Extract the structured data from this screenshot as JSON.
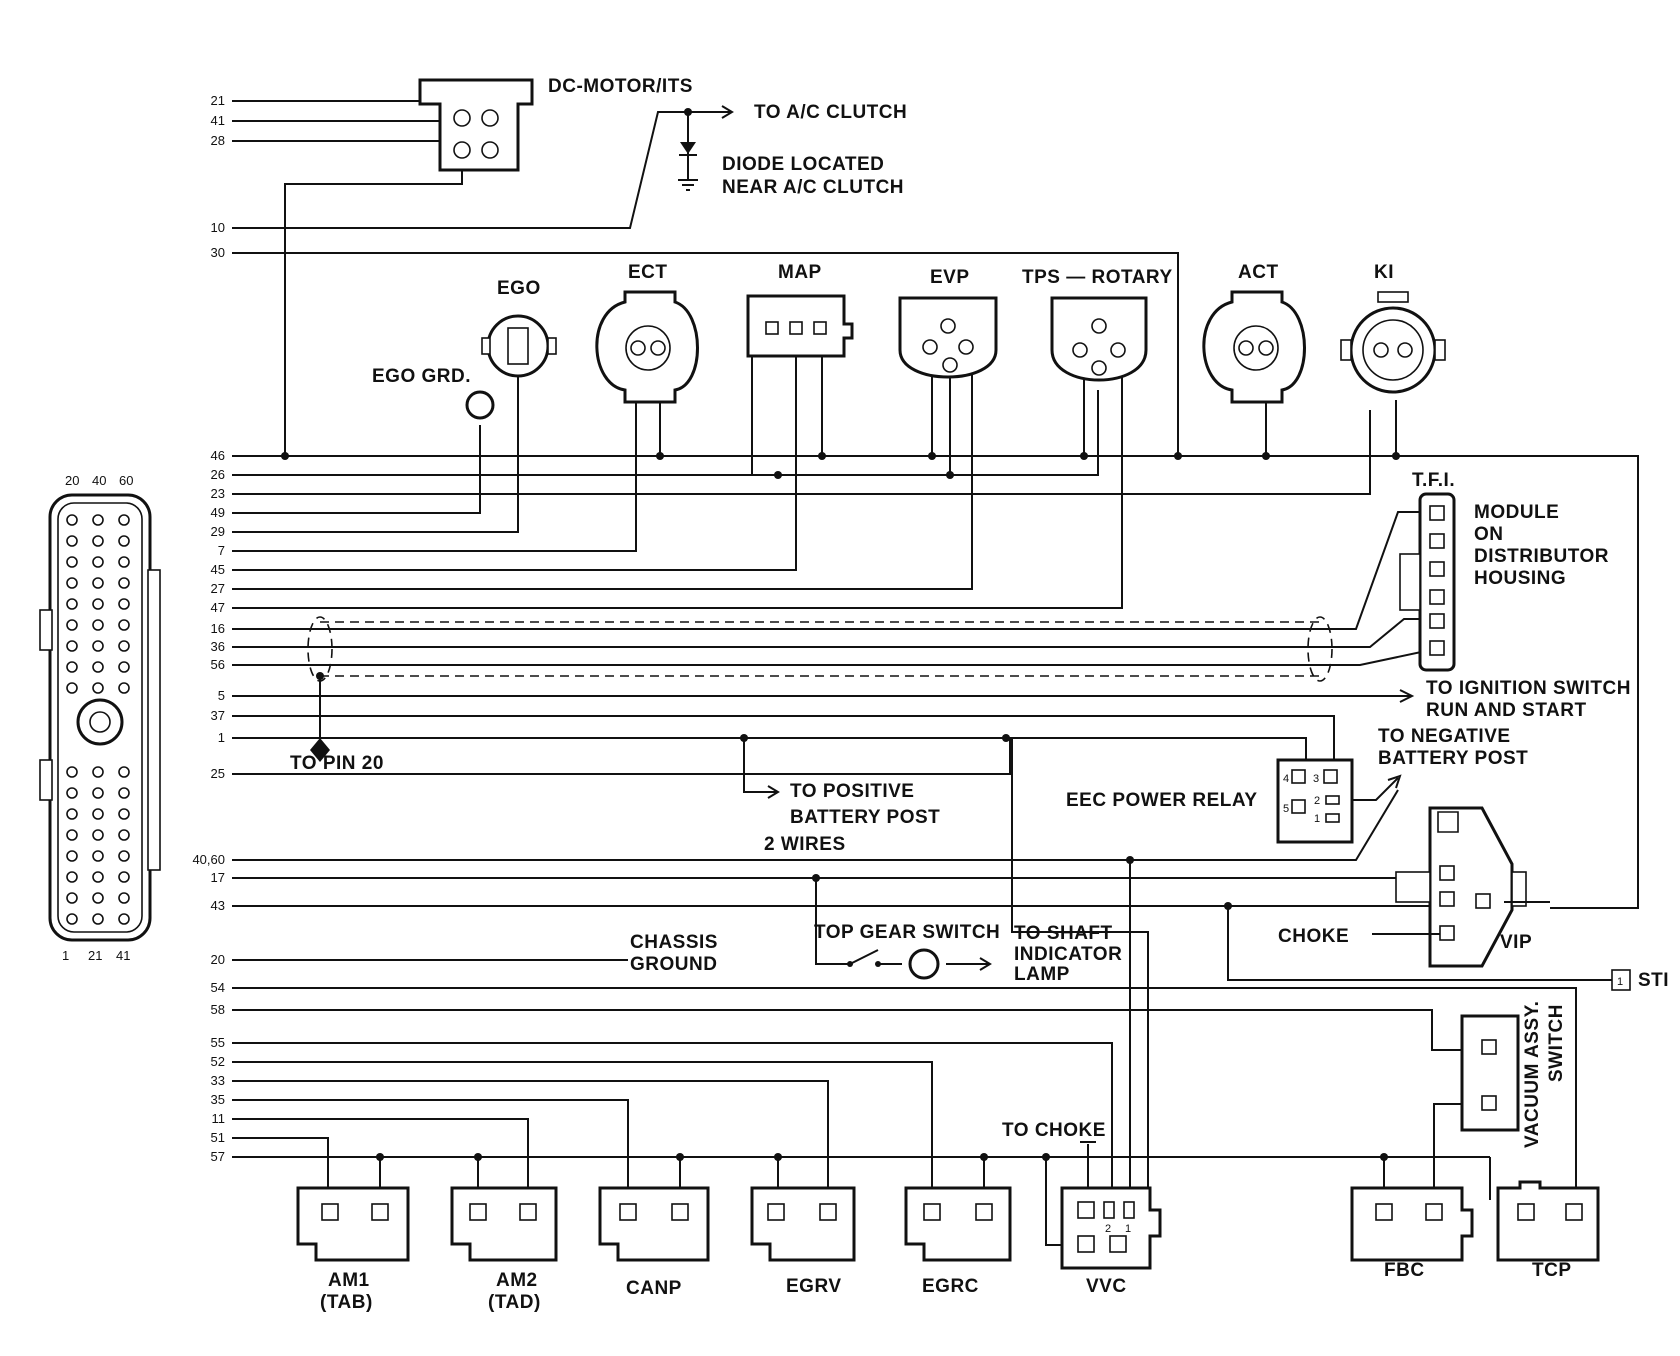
{
  "components": {
    "dc_motor": "DC-MOTOR/ITS",
    "ego": "EGO",
    "ego_grd": "EGO GRD.",
    "ect": "ECT",
    "map": "MAP",
    "evp": "EVP",
    "tps": "TPS — ROTARY",
    "act": "ACT",
    "ki": "KI",
    "tfi": "T.F.I.",
    "tfi_desc": [
      "MODULE",
      "ON",
      "DISTRIBUTOR",
      "HOUSING"
    ],
    "relay": "EEC POWER RELAY",
    "vip": "VIP",
    "choke": "CHOKE",
    "sti": "STI",
    "vacuum_switch": [
      "VACUUM ASSY.",
      "SWITCH"
    ],
    "chassis_ground": [
      "CHASSIS",
      "GROUND"
    ],
    "top_gear": "TOP GEAR SWITCH",
    "am1": [
      "AM1",
      "(TAB)"
    ],
    "am2": [
      "AM2",
      "(TAD)"
    ],
    "canp": "CANP",
    "egrv": "EGRV",
    "egrc": "EGRC",
    "vvc": "VVC",
    "fbc": "FBC",
    "tcp": "TCP"
  },
  "notes": {
    "ac_clutch": "TO A/C CLUTCH",
    "diode": [
      "DIODE LOCATED",
      "NEAR A/C CLUTCH"
    ],
    "ignition": [
      "TO IGNITION SWITCH",
      "RUN AND START"
    ],
    "neg_battery": [
      "TO NEGATIVE",
      "BATTERY POST"
    ],
    "pos_battery": [
      "TO POSITIVE",
      "BATTERY POST"
    ],
    "pin20": "TO PIN 20",
    "two_wires": "2 WIRES",
    "shaft_lamp": [
      "TO SHAFT",
      "INDICATOR",
      "LAMP"
    ],
    "to_choke": "TO CHOKE"
  },
  "pins": {
    "p21": "21",
    "p41": "41",
    "p28": "28",
    "p10": "10",
    "p30": "30",
    "p46": "46",
    "p26": "26",
    "p23": "23",
    "p49": "49",
    "p29": "29",
    "p7": "7",
    "p45": "45",
    "p27": "27",
    "p47": "47",
    "p16": "16",
    "p36": "36",
    "p56": "56",
    "p5": "5",
    "p37": "37",
    "p1": "1",
    "p25": "25",
    "p4060": "40,60",
    "p17": "17",
    "p43": "43",
    "p20": "20",
    "p54": "54",
    "p58": "58",
    "p55": "55",
    "p52": "52",
    "p33": "33",
    "p35": "35",
    "p11": "11",
    "p51": "51",
    "p57": "57"
  },
  "ecu_connector": {
    "top": [
      "20",
      "40",
      "60"
    ],
    "bottom": [
      "1",
      "21",
      "41"
    ]
  },
  "relay_pins": [
    "4",
    "3",
    "5",
    "2",
    "1"
  ],
  "vvc_pins": [
    "2",
    "1"
  ],
  "sti_pin": "1"
}
